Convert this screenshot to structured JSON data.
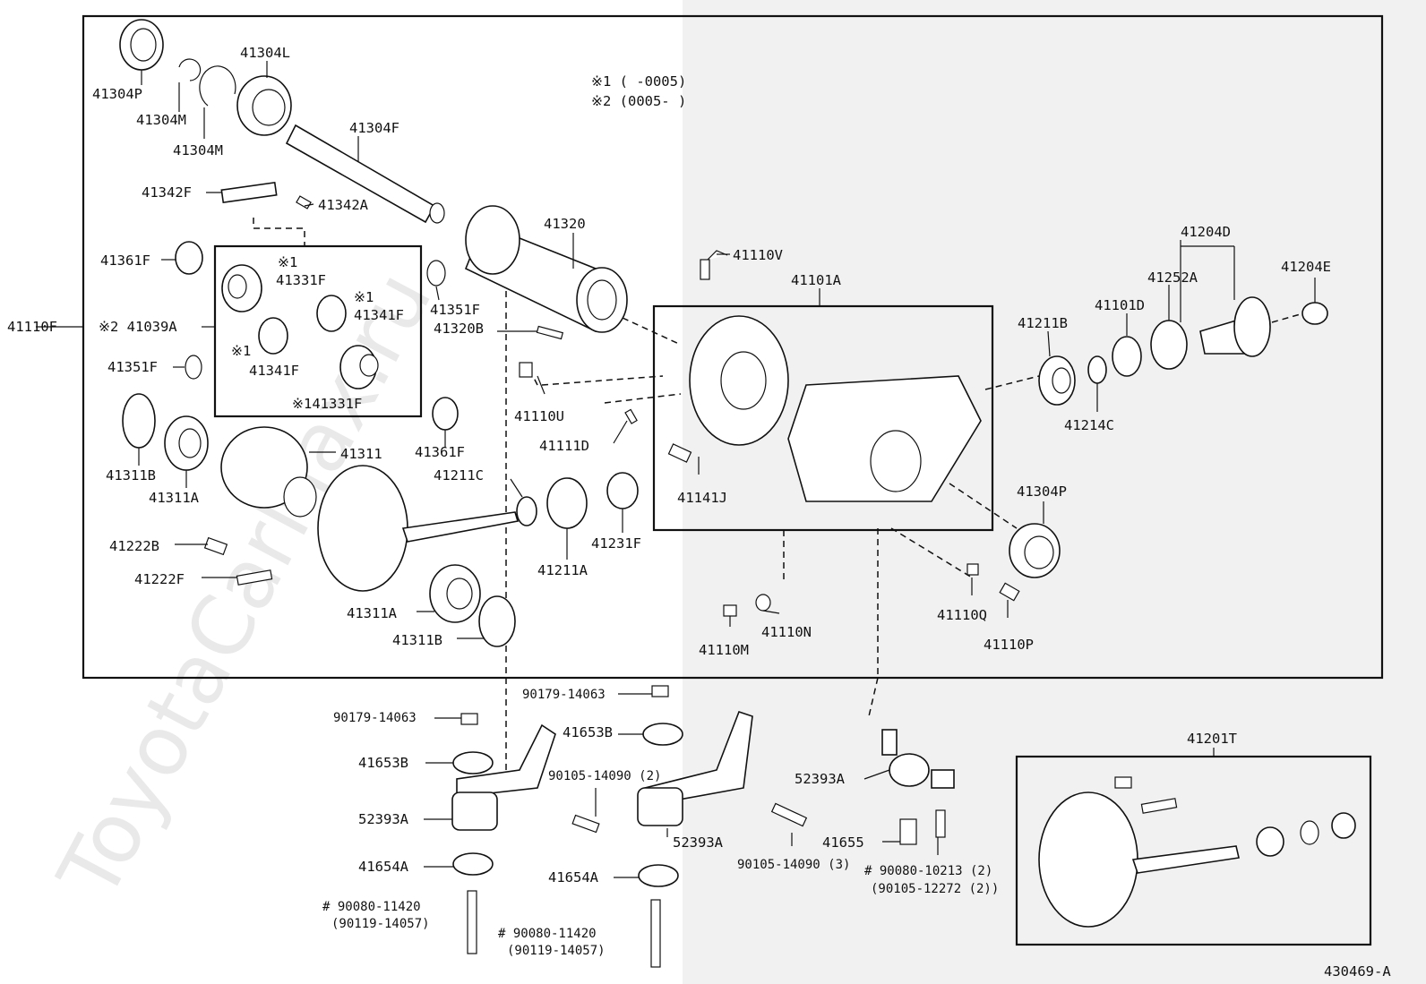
{
  "watermark": "ToyotaCarMax.ru",
  "diagram_id": "430469-A",
  "notes": {
    "n1": "※1 (    -0005)",
    "n2": "※2 (0005-    )"
  },
  "labels": {
    "p41304P_top": "41304P",
    "p41304M_a": "41304M",
    "p41304M_b": "41304M",
    "p41304L": "41304L",
    "p41304F": "41304F",
    "p41342F": "41342F",
    "p41342A": "41342A",
    "p41361F_left": "41361F",
    "p41110F": "41110F",
    "p41039A": "※2 41039A",
    "p41351F_left": "41351F",
    "n1_a": "※1",
    "p41331F_a": "41331F",
    "n1_b": "※1",
    "p41341F_a": "41341F",
    "n1_c": "※1",
    "p41341F_b": "41341F",
    "p41331F_b": "※141331F",
    "p41320": "41320",
    "p41351F_right": "41351F",
    "p41320B": "41320B",
    "p41361F_right": "41361F",
    "p41311": "41311",
    "p41311B_left": "41311B",
    "p41311A_left": "41311A",
    "p41222B": "41222B",
    "p41222F": "41222F",
    "p41211C": "41211C",
    "p41211A": "41211A",
    "p41231F": "41231F",
    "p41311A_bottom": "41311A",
    "p41311B_bottom": "41311B",
    "p41110U": "41110U",
    "p41111D": "41111D",
    "p41110V": "41110V",
    "p41101A": "41101A",
    "p41141J": "41141J",
    "p41110M": "41110M",
    "p41110N": "41110N",
    "p41211B": "41211B",
    "p41101D": "41101D",
    "p41252A": "41252A",
    "p41204D": "41204D",
    "p41204E": "41204E",
    "p41214C": "41214C",
    "p41304P_right": "41304P",
    "p41110Q": "41110Q",
    "p41110P": "41110P",
    "p90179_a": "90179-14063",
    "p90179_b": "90179-14063",
    "p41653B_a": "41653B",
    "p41653B_b": "41653B",
    "p52393A_a": "52393A",
    "p52393A_b": "52393A",
    "p52393A_c": "52393A",
    "p90105_14090_2": "90105-14090 (2)",
    "p90105_14090_3": "90105-14090 (3)",
    "p41654A_a": "41654A",
    "p41654A_b": "41654A",
    "p90080_11420_a": "# 90080-11420",
    "p90119_a": "(90119-14057)",
    "p90080_11420_b": "# 90080-11420",
    "p90119_b": "(90119-14057)",
    "p41655": "41655",
    "p90080_10213": "# 90080-10213 (2)",
    "p90105_12272": "(90105-12272 (2))",
    "p41201T": "41201T"
  }
}
